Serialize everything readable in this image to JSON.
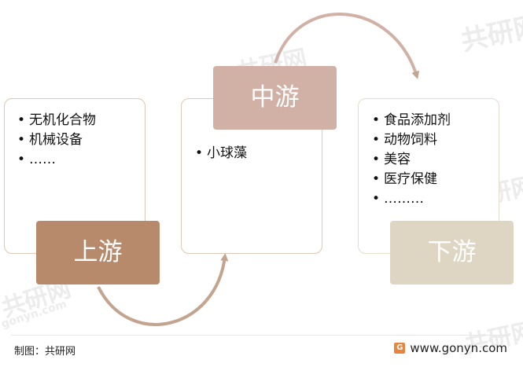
{
  "upstream": {
    "label": "上游",
    "items": [
      "无机化合物",
      "机械设备",
      "……"
    ],
    "color": "#b88a6c"
  },
  "midstream": {
    "label": "中游",
    "items": [
      "小球藻"
    ],
    "color": "#d1b1a6"
  },
  "downstream": {
    "label": "下游",
    "items": [
      "食品添加剂",
      "动物饲料",
      "美容",
      "医疗保健",
      "………"
    ],
    "color": "#ded5c3"
  },
  "footer": {
    "credit": "制图：共研网",
    "website": "www.gonyn.com",
    "logo_letter": "G"
  },
  "watermark": {
    "brand": "共研网",
    "site": "gonyn.com"
  }
}
